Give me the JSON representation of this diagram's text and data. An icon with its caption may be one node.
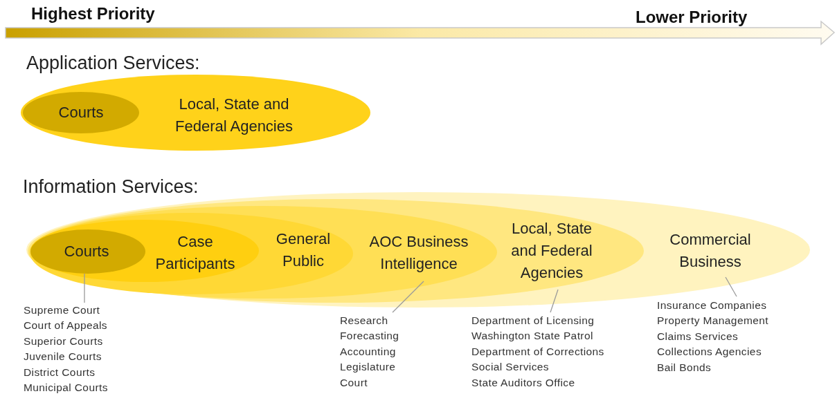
{
  "diagram": {
    "nodes": [
      {
        "text": [
          "Local, State and Federal Agencies"
        ]
      },
      {
        "text": [
          "Courts"
        ],
        "in": 0
      },
      {
        "text": [
          "Commercial Business"
        ]
      },
      {
        "text": [
          "Local, State and Federal Agencies"
        ],
        "in": 2
      },
      {
        "text": [
          "AOC Business Intelligence"
        ],
        "in": 3
      },
      {
        "text": [
          "General Public"
        ],
        "in": 4
      },
      {
        "text": [
          "Case Participants"
        ],
        "in": 5
      },
      {
        "text": [
          "Courts"
        ],
        "in": 6
      },
      {
        "text": [
          "Supreme Court",
          "Court of Appeals",
          "Superior Courts",
          "Juvenile Courts",
          "District Courts",
          "Municipal Courts"
        ]
      },
      {
        "text": [
          "Research",
          "Forecasting",
          "Accounting",
          "Legislature",
          "Court"
        ]
      },
      {
        "text": [
          "Department of Licensing",
          "Washington State Patrol",
          "Department of Corrections",
          "Social Services",
          "State Auditors Office"
        ]
      },
      {
        "text": [
          "Insurance Companies",
          "Property Management",
          "Claims Services",
          "Collections Agencies",
          "Bail Bonds"
        ]
      }
    ],
    "edges": [
      {
        "from": 8,
        "to": 7,
        "arrow": "none"
      },
      {
        "from": 9,
        "to": 4,
        "arrow": "none"
      },
      {
        "from": 10,
        "to": 3,
        "arrow": "none"
      },
      {
        "from": 11,
        "to": 2,
        "arrow": "none"
      }
    ],
    "labels": [
      "Highest Priority",
      "Lower Priority",
      "Application Services:",
      "Information Services:"
    ]
  }
}
